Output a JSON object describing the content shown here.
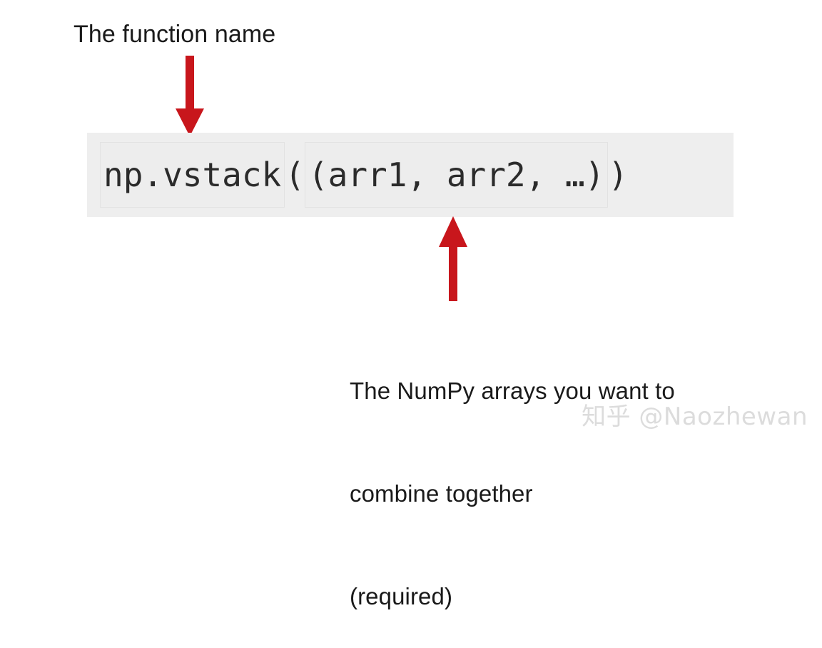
{
  "page": {
    "background": "#ffffff",
    "accent_red": "#C8161C",
    "code_block_background": "#eeeeee",
    "code_segment_background": "#ededed",
    "code_text_color": "#2b2b2b"
  },
  "annotations": {
    "top": {
      "text": "The function name",
      "arrow": "arrow-down-icon",
      "arrow_color": "#C8161C"
    },
    "bottom": {
      "lines": [
        "The NumPy arrays you want to",
        "combine together",
        "(required)"
      ],
      "arrow": "arrow-up-icon",
      "arrow_color": "#C8161C"
    }
  },
  "code": {
    "full": "np.vstack((arr1, arr2, …))",
    "segments": [
      {
        "text": "np.vstack",
        "highlighted": true,
        "name": "function-name"
      },
      {
        "text": "(",
        "highlighted": false,
        "name": "open-paren"
      },
      {
        "text": "(arr1, arr2, …)",
        "highlighted": true,
        "name": "arguments-tuple"
      },
      {
        "text": ")",
        "highlighted": false,
        "name": "close-paren"
      }
    ]
  },
  "watermark": {
    "text": "知乎 @Naozhewan",
    "color": "#dcdcdc"
  }
}
